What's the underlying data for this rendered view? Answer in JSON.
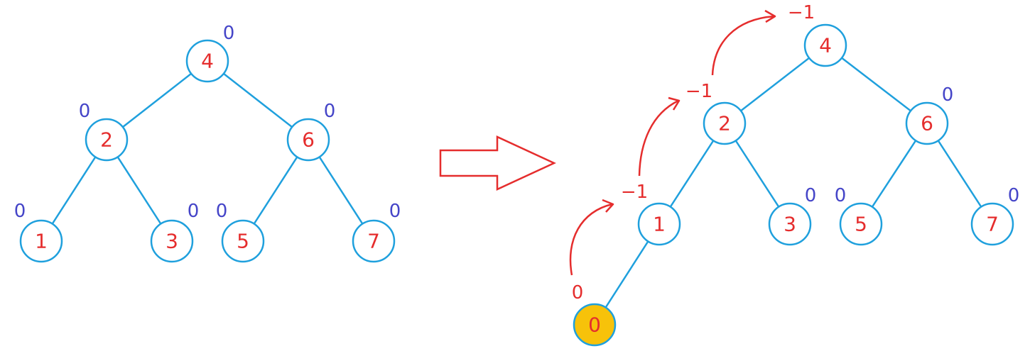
{
  "before": {
    "nodes": [
      {
        "key": "4",
        "balance": "0"
      },
      {
        "key": "2",
        "balance": "0"
      },
      {
        "key": "6",
        "balance": "0"
      },
      {
        "key": "1",
        "balance": "0"
      },
      {
        "key": "3",
        "balance": "0"
      },
      {
        "key": "5",
        "balance": "0"
      },
      {
        "key": "7",
        "balance": "0"
      }
    ]
  },
  "after": {
    "nodes": [
      {
        "key": "4",
        "balance": "−1"
      },
      {
        "key": "2",
        "balance": "−1"
      },
      {
        "key": "6",
        "balance": "0"
      },
      {
        "key": "1",
        "balance": "−1"
      },
      {
        "key": "3",
        "balance": "0"
      },
      {
        "key": "5",
        "balance": "0"
      },
      {
        "key": "7",
        "balance": "0"
      },
      {
        "key": "0",
        "balance": "0"
      }
    ]
  },
  "colors": {
    "edge": "#1fa0dd",
    "node_label": "#e52d2d",
    "balance_unchanged": "#4545c8",
    "balance_changed": "#e52d2d",
    "inserted_node_fill": "#f7c20a",
    "arrow": "#e52d2d"
  }
}
